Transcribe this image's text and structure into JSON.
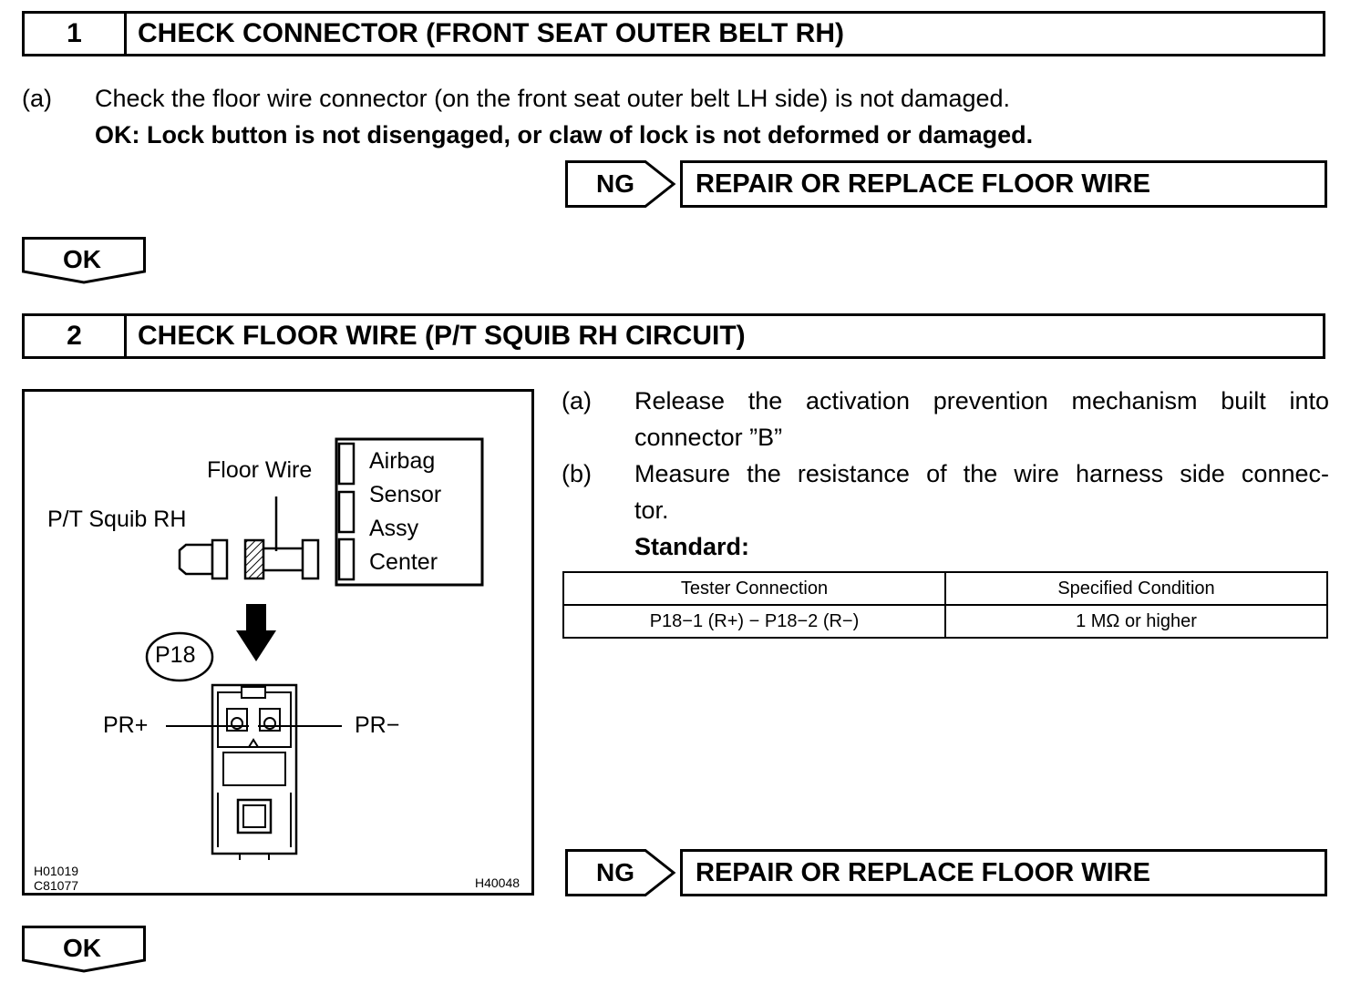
{
  "step1": {
    "number": "1",
    "title": "CHECK CONNECTOR (FRONT SEAT OUTER BELT RH)",
    "item_a_label": "(a)",
    "item_a_text": "Check the floor wire connector (on the front seat outer belt LH side) is not damaged.",
    "ok_criteria": "OK: Lock button is not disengaged, or claw of lock is not deformed or damaged.",
    "ng_label": "NG",
    "ng_action": "REPAIR OR REPLACE FLOOR WIRE",
    "ok_label": "OK"
  },
  "step2": {
    "number": "2",
    "title": "CHECK FLOOR WIRE (P/T SQUIB RH CIRCUIT)",
    "item_a_label": "(a)",
    "item_a_line1": "Release the activation prevention mechanism built into",
    "item_a_line2": "connector ”B”",
    "item_b_label": "(b)",
    "item_b_line1": "Measure the resistance of the wire harness side connec-",
    "item_b_line2": "tor.",
    "standard_label": "Standard:",
    "table": {
      "headers": [
        "Tester Connection",
        "Specified Condition"
      ],
      "rows": [
        [
          "P18−1 (R+) − P18−2 (R−)",
          "1 MΩ or higher"
        ]
      ]
    },
    "ng_label": "NG",
    "ng_action": "REPAIR OR REPLACE FLOOR WIRE",
    "ok_label": "OK"
  },
  "figure": {
    "label_floor_wire": "Floor Wire",
    "label_airbag_1": "Airbag",
    "label_airbag_2": "Sensor",
    "label_airbag_3": "Assy",
    "label_airbag_4": "Center",
    "label_squib": "P/T Squib RH",
    "label_connector": "P18",
    "label_pr_plus": "PR+",
    "label_pr_minus": "PR−",
    "code_1": "H01019",
    "code_2": "C81077",
    "code_3": "H40048"
  }
}
